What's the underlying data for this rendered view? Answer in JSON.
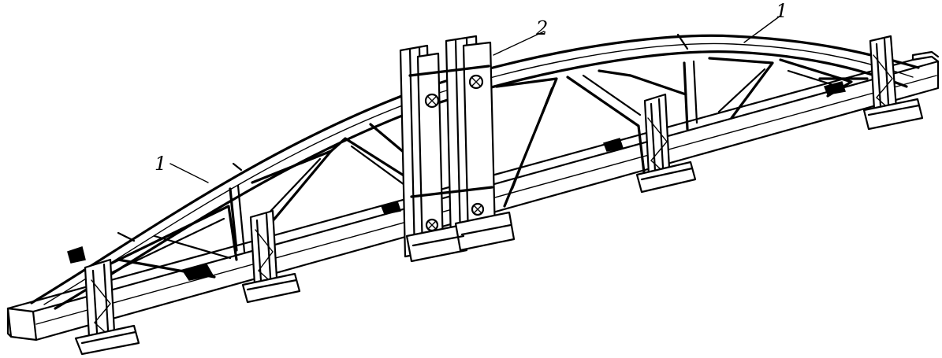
{
  "figure": {
    "labels": [
      {
        "id": "top-chord-label-left",
        "text": "1"
      },
      {
        "id": "top-chord-label-right",
        "text": "1"
      },
      {
        "id": "column-label",
        "text": "2"
      }
    ]
  }
}
